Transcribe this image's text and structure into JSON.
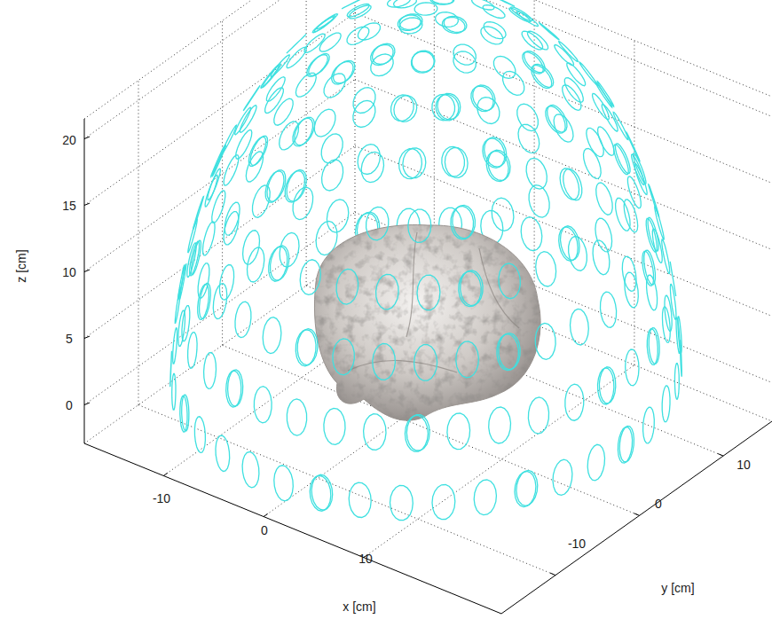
{
  "diagram": {
    "labels": [
      "20",
      "15",
      "10",
      "5",
      "0",
      "z [cm]",
      "-10",
      "0",
      "10",
      "x [cm]",
      "-10",
      "0",
      "10",
      "y [cm]"
    ]
  }
}
